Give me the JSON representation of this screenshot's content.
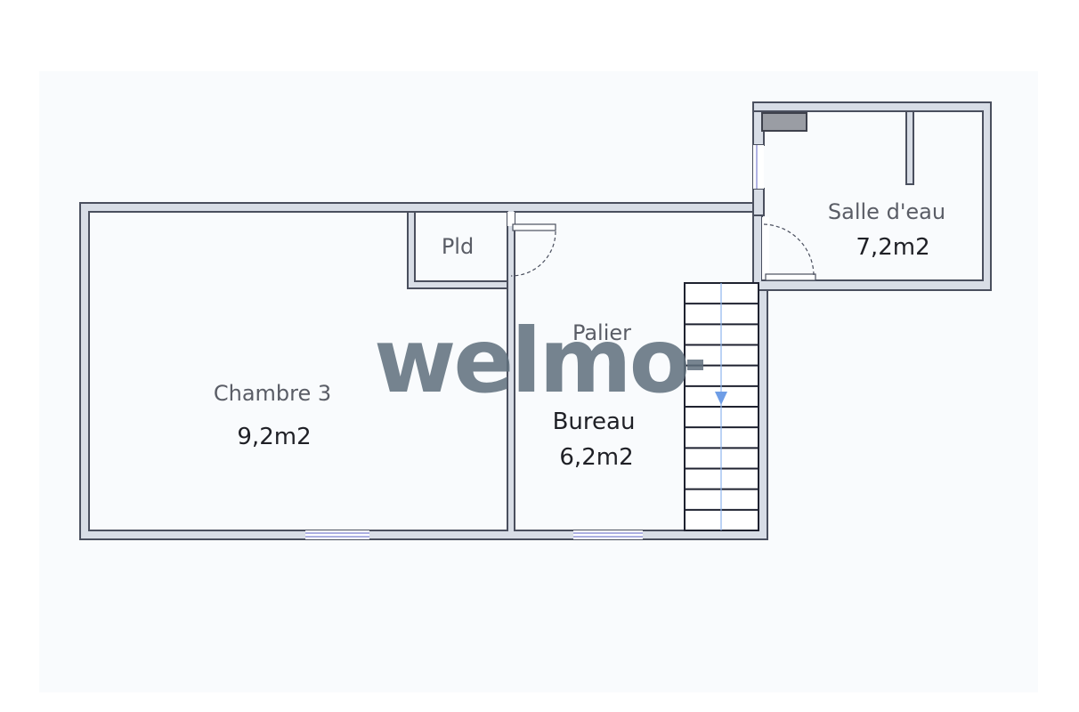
{
  "watermark": {
    "text": "welmo"
  },
  "rooms": [
    {
      "id": "chambre-3",
      "name": "Chambre 3",
      "area": "9,2m2"
    },
    {
      "id": "pld",
      "name": "Pld"
    },
    {
      "id": "palier",
      "name": "Palier"
    },
    {
      "id": "bureau",
      "name": "Bureau",
      "area": "6,2m2"
    },
    {
      "id": "salle-d-eau",
      "name": "Salle d'eau",
      "area": "7,2m2"
    }
  ],
  "colors": {
    "wall": "#d8dde6",
    "wall_outline": "#4a4f5e",
    "window": "#7a7fd0",
    "stair_arrow": "#6e9de6",
    "watermark": "#5f6f7c"
  },
  "stairs": {
    "direction": "down",
    "steps": 12
  }
}
